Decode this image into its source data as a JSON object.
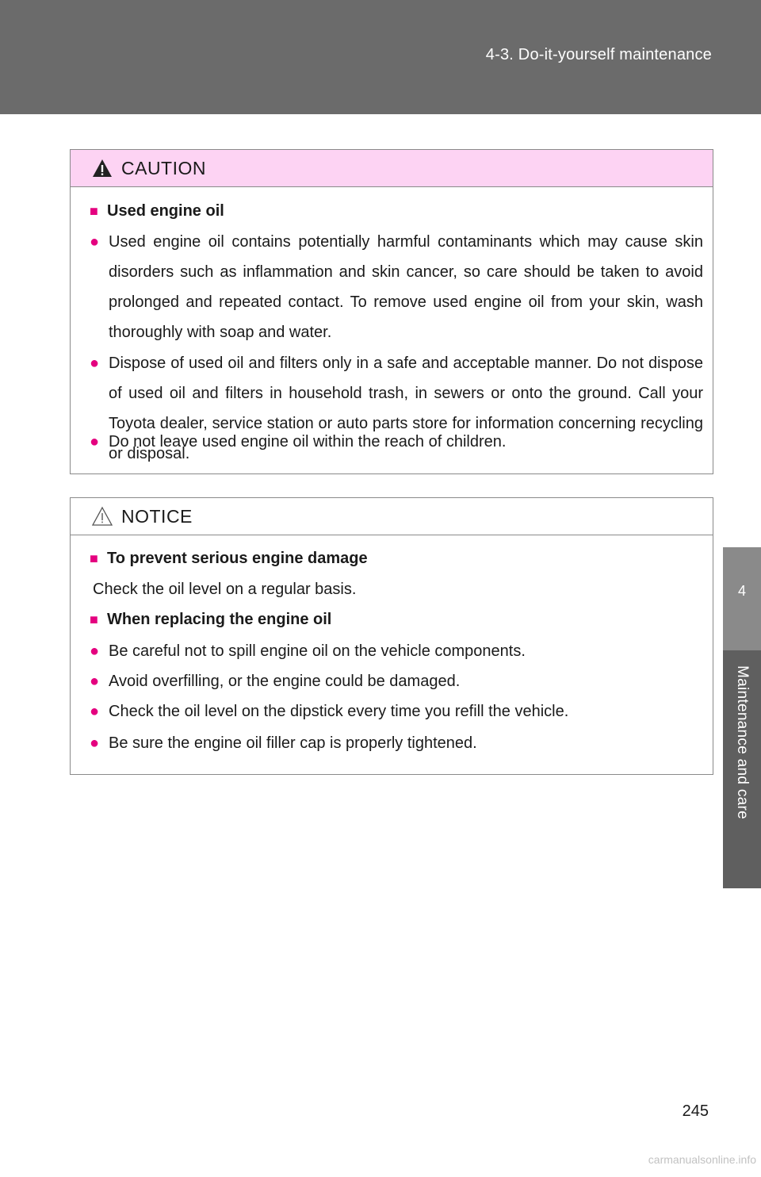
{
  "header": {
    "section": "4-3. Do-it-yourself maintenance"
  },
  "side_tab": {
    "number": "4",
    "label": "Maintenance and care"
  },
  "caution": {
    "title": "CAUTION",
    "heading": "Used engine oil",
    "bullets": [
      "Used engine oil contains potentially harmful contaminants which may cause skin disorders such as inflammation and skin cancer, so care should be taken to avoid prolonged and repeated contact. To remove used engine oil from your skin, wash thoroughly with soap and water.",
      "Dispose of used oil and filters only in a safe and acceptable manner. Do not dispose of used oil and filters in household trash, in sewers or onto the ground. Call your Toyota dealer, service station or auto parts store for information concerning recycling or disposal.",
      "Do not leave used engine oil within the reach of children."
    ]
  },
  "notice": {
    "title": "NOTICE",
    "heading1": "To prevent serious engine damage",
    "text1": "Check the oil level on a regular basis.",
    "heading2": "When replacing the engine oil",
    "bullets": [
      "Be careful not to spill engine oil on the vehicle components.",
      "Avoid overfilling, or the engine could be damaged.",
      "Check the oil level on the dipstick every time you refill the vehicle.",
      "Be sure the engine oil filler cap is properly tightened."
    ]
  },
  "page_number": "245",
  "watermark": "carmanualsonline.info",
  "colors": {
    "accent": "#e4007f",
    "caution_bg": "#fdd3f3",
    "header_bg": "#6b6b6b"
  }
}
